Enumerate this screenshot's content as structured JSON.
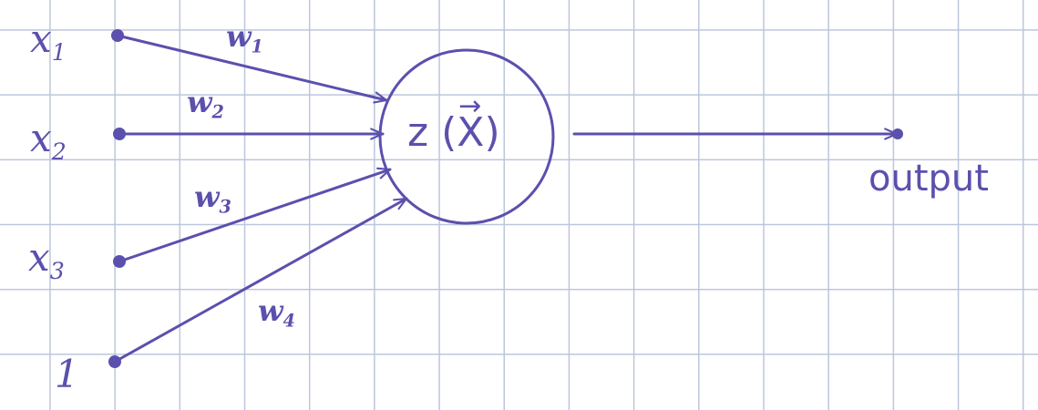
{
  "inputs": [
    {
      "var": "x",
      "sub": "1"
    },
    {
      "var": "x",
      "sub": "2"
    },
    {
      "var": "x",
      "sub": "3"
    },
    {
      "var": "1",
      "sub": ""
    }
  ],
  "weights": [
    {
      "var": "w",
      "sub": "1"
    },
    {
      "var": "w",
      "sub": "2"
    },
    {
      "var": "w",
      "sub": "3"
    },
    {
      "var": "w",
      "sub": "4"
    }
  ],
  "node": {
    "func": "z",
    "open": "(",
    "arg": "X",
    "vector_arrow": "→",
    "close": ")"
  },
  "output": {
    "label": "output"
  },
  "colors": {
    "ink": "#5b50ad",
    "grid": "#bcc6dc",
    "background": "#ffffff"
  }
}
